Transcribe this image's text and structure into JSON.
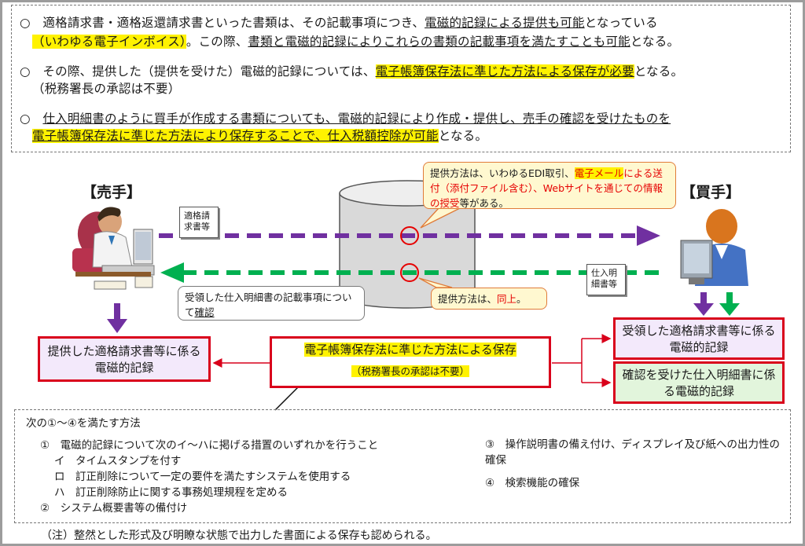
{
  "top_notes": {
    "p1_a": "○　適格請求書・適格返還請求書といった書類は、その記載事項につき、",
    "p1_b": "電磁的記録による提供も可能",
    "p1_c": "となっている",
    "p1_d": "（いわゆる電子インボイス）",
    "p1_e": "。この際、",
    "p1_f": "書類と電磁的記録によりこれらの書類の記載事項を満たすことも可能",
    "p1_g": "となる。",
    "p2_a": "○　その際、提供した（提供を受けた）電磁的記録については、",
    "p2_b": "電子帳簿保存法に準じた方法による保存が必要",
    "p2_c": "となる。",
    "p2_d": "（税務署長の承認は不要）",
    "p3_a": "○　",
    "p3_b": "仕入明細書のように買手が作成する書類についても、電磁的記録により作成・提供し、売手の確認を受けたものを",
    "p3_c": "電子帳簿保存法に準じた方法により保存することで、仕入税額控除が可能",
    "p3_d": "となる。"
  },
  "seller": {
    "label": "【売手】"
  },
  "buyer": {
    "label": "【買手】"
  },
  "doc_invoice": "適格請求書等",
  "doc_statement": "仕入明細書等",
  "callout_method": {
    "a": "提供方法は、いわゆるEDI取引、",
    "b": "電子メール",
    "c": "による送付（添付ファイル含む）",
    "d": "、Webサイトを通じての情報の授受",
    "e": "等がある。"
  },
  "callout_same": {
    "a": "提供方法は、",
    "b": "同上",
    "c": "。"
  },
  "callout_confirm": {
    "a": "受領した仕入明細書の記載事項について",
    "b": "確認"
  },
  "box_seller": "提供した適格請求書等に係る電磁的記録",
  "box_center_title": "電子帳簿保存法に準じた方法による保存",
  "box_center_sub": "（税務署長の承認は不要）",
  "box_buyer_1": "受領した適格請求書等に係る電磁的記録",
  "box_buyer_2": "確認を受けた仕入明細書に係る電磁的記録",
  "methods": {
    "heading": "次の①～④を満たす方法",
    "m1": "①　電磁的記録について次のイ～ハに掲げる措置のいずれかを行うこと",
    "m1_i": "イ　タイムスタンプを付す",
    "m1_ro": "ロ　訂正削除について一定の要件を満たすシステムを使用する",
    "m1_ha": "ハ　訂正削除防止に関する事務処理規程を定める",
    "m2": "②　システム概要書等の備付け",
    "m3": "③　操作説明書の備え付け、ディスプレイ及び紙への出力性の確保",
    "m4": "④　検索機能の確保"
  },
  "footnote": "（注）整然とした形式及び明瞭な状態で出力した書面による保存も認められる。",
  "colors": {
    "purple": "#7030a0",
    "green": "#00b050",
    "red": "#d9001b",
    "highlight": "#fff200"
  }
}
